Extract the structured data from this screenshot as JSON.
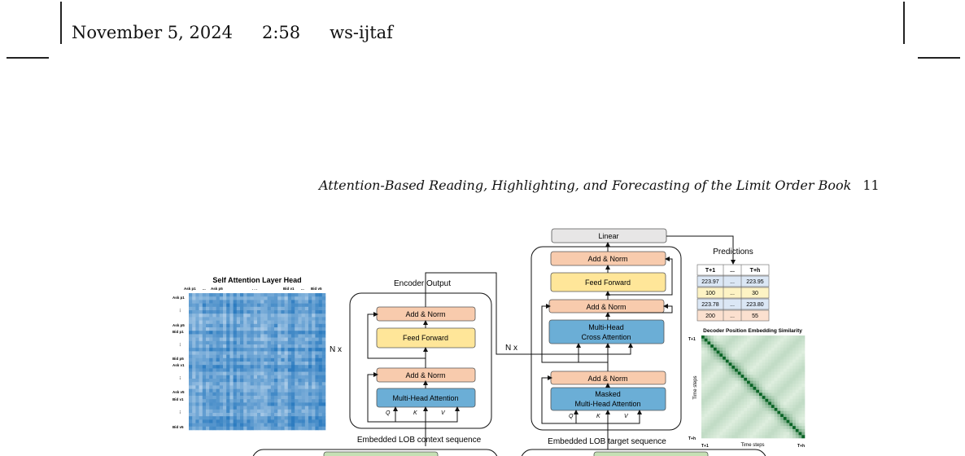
{
  "header": {
    "date": "November 5, 2024",
    "time": "2:58",
    "file": "ws-ijtaf"
  },
  "running_head": {
    "title": "Attention-Based Reading, Highlighting, and Forecasting of the Limit Order Book",
    "page": "11"
  },
  "figure": {
    "heatmap_title": "Self Attention Layer Head",
    "heatmap_top_labels": [
      "Ask p1",
      "...",
      "Ask p5",
      ". . .",
      "Bid v1",
      "...",
      "Bid v5"
    ],
    "heatmap_left_labels": [
      "Ask p1",
      "⋮",
      "Ask p5",
      "Bid p1",
      "⋮",
      "Bid p5",
      "Ask v1",
      "⋮",
      "Ask v5",
      "Bid v1",
      "⋮",
      "Bid v5"
    ],
    "encoder": {
      "output_label": "Encoder Output",
      "add_norm_top": "Add & Norm",
      "feed_forward": "Feed Forward",
      "add_norm_bottom": "Add & Norm",
      "attention": "Multi-Head Attention",
      "q": "Q",
      "k": "K",
      "v": "V",
      "repeat": "N x",
      "input_label": "Embedded LOB context sequence"
    },
    "decoder": {
      "linear": "Linear",
      "add_norm_top": "Add & Norm",
      "feed_forward": "Feed Forward",
      "add_norm_mid": "Add & Norm",
      "cross_attention_1": "Multi-Head",
      "cross_attention_2": "Cross Attention",
      "add_norm_bottom": "Add & Norm",
      "masked_1": "Masked",
      "masked_2": "Multi-Head Attention",
      "q": "Q",
      "k": "K",
      "v": "V",
      "repeat": "N x",
      "input_label": "Embedded LOB target sequence"
    },
    "predictions": {
      "title": "Predictions",
      "headers": [
        "T+1",
        "...",
        "T+h"
      ],
      "rows": [
        [
          "223.97",
          "...",
          "223.95"
        ],
        [
          "100",
          "...",
          "30"
        ],
        [
          "223.78",
          "...",
          "223.80"
        ],
        [
          "200",
          "...",
          "55"
        ]
      ],
      "row_colors": [
        "#dbe7f5",
        "#fdf3c4",
        "#dbe7f5",
        "#fbe0cf"
      ]
    },
    "similarity": {
      "title": "Decoder Position Embedding Similarity",
      "y_top": "T+1",
      "y_label": "Time steps",
      "y_bottom": "T+h",
      "x_left": "T+1",
      "x_label": "Time steps",
      "x_right": "T+h"
    },
    "colors": {
      "add_norm": "#f8cbad",
      "feed_forward": "#ffe699",
      "attention": "#6baed6",
      "linear": "#e7e6e6"
    }
  }
}
